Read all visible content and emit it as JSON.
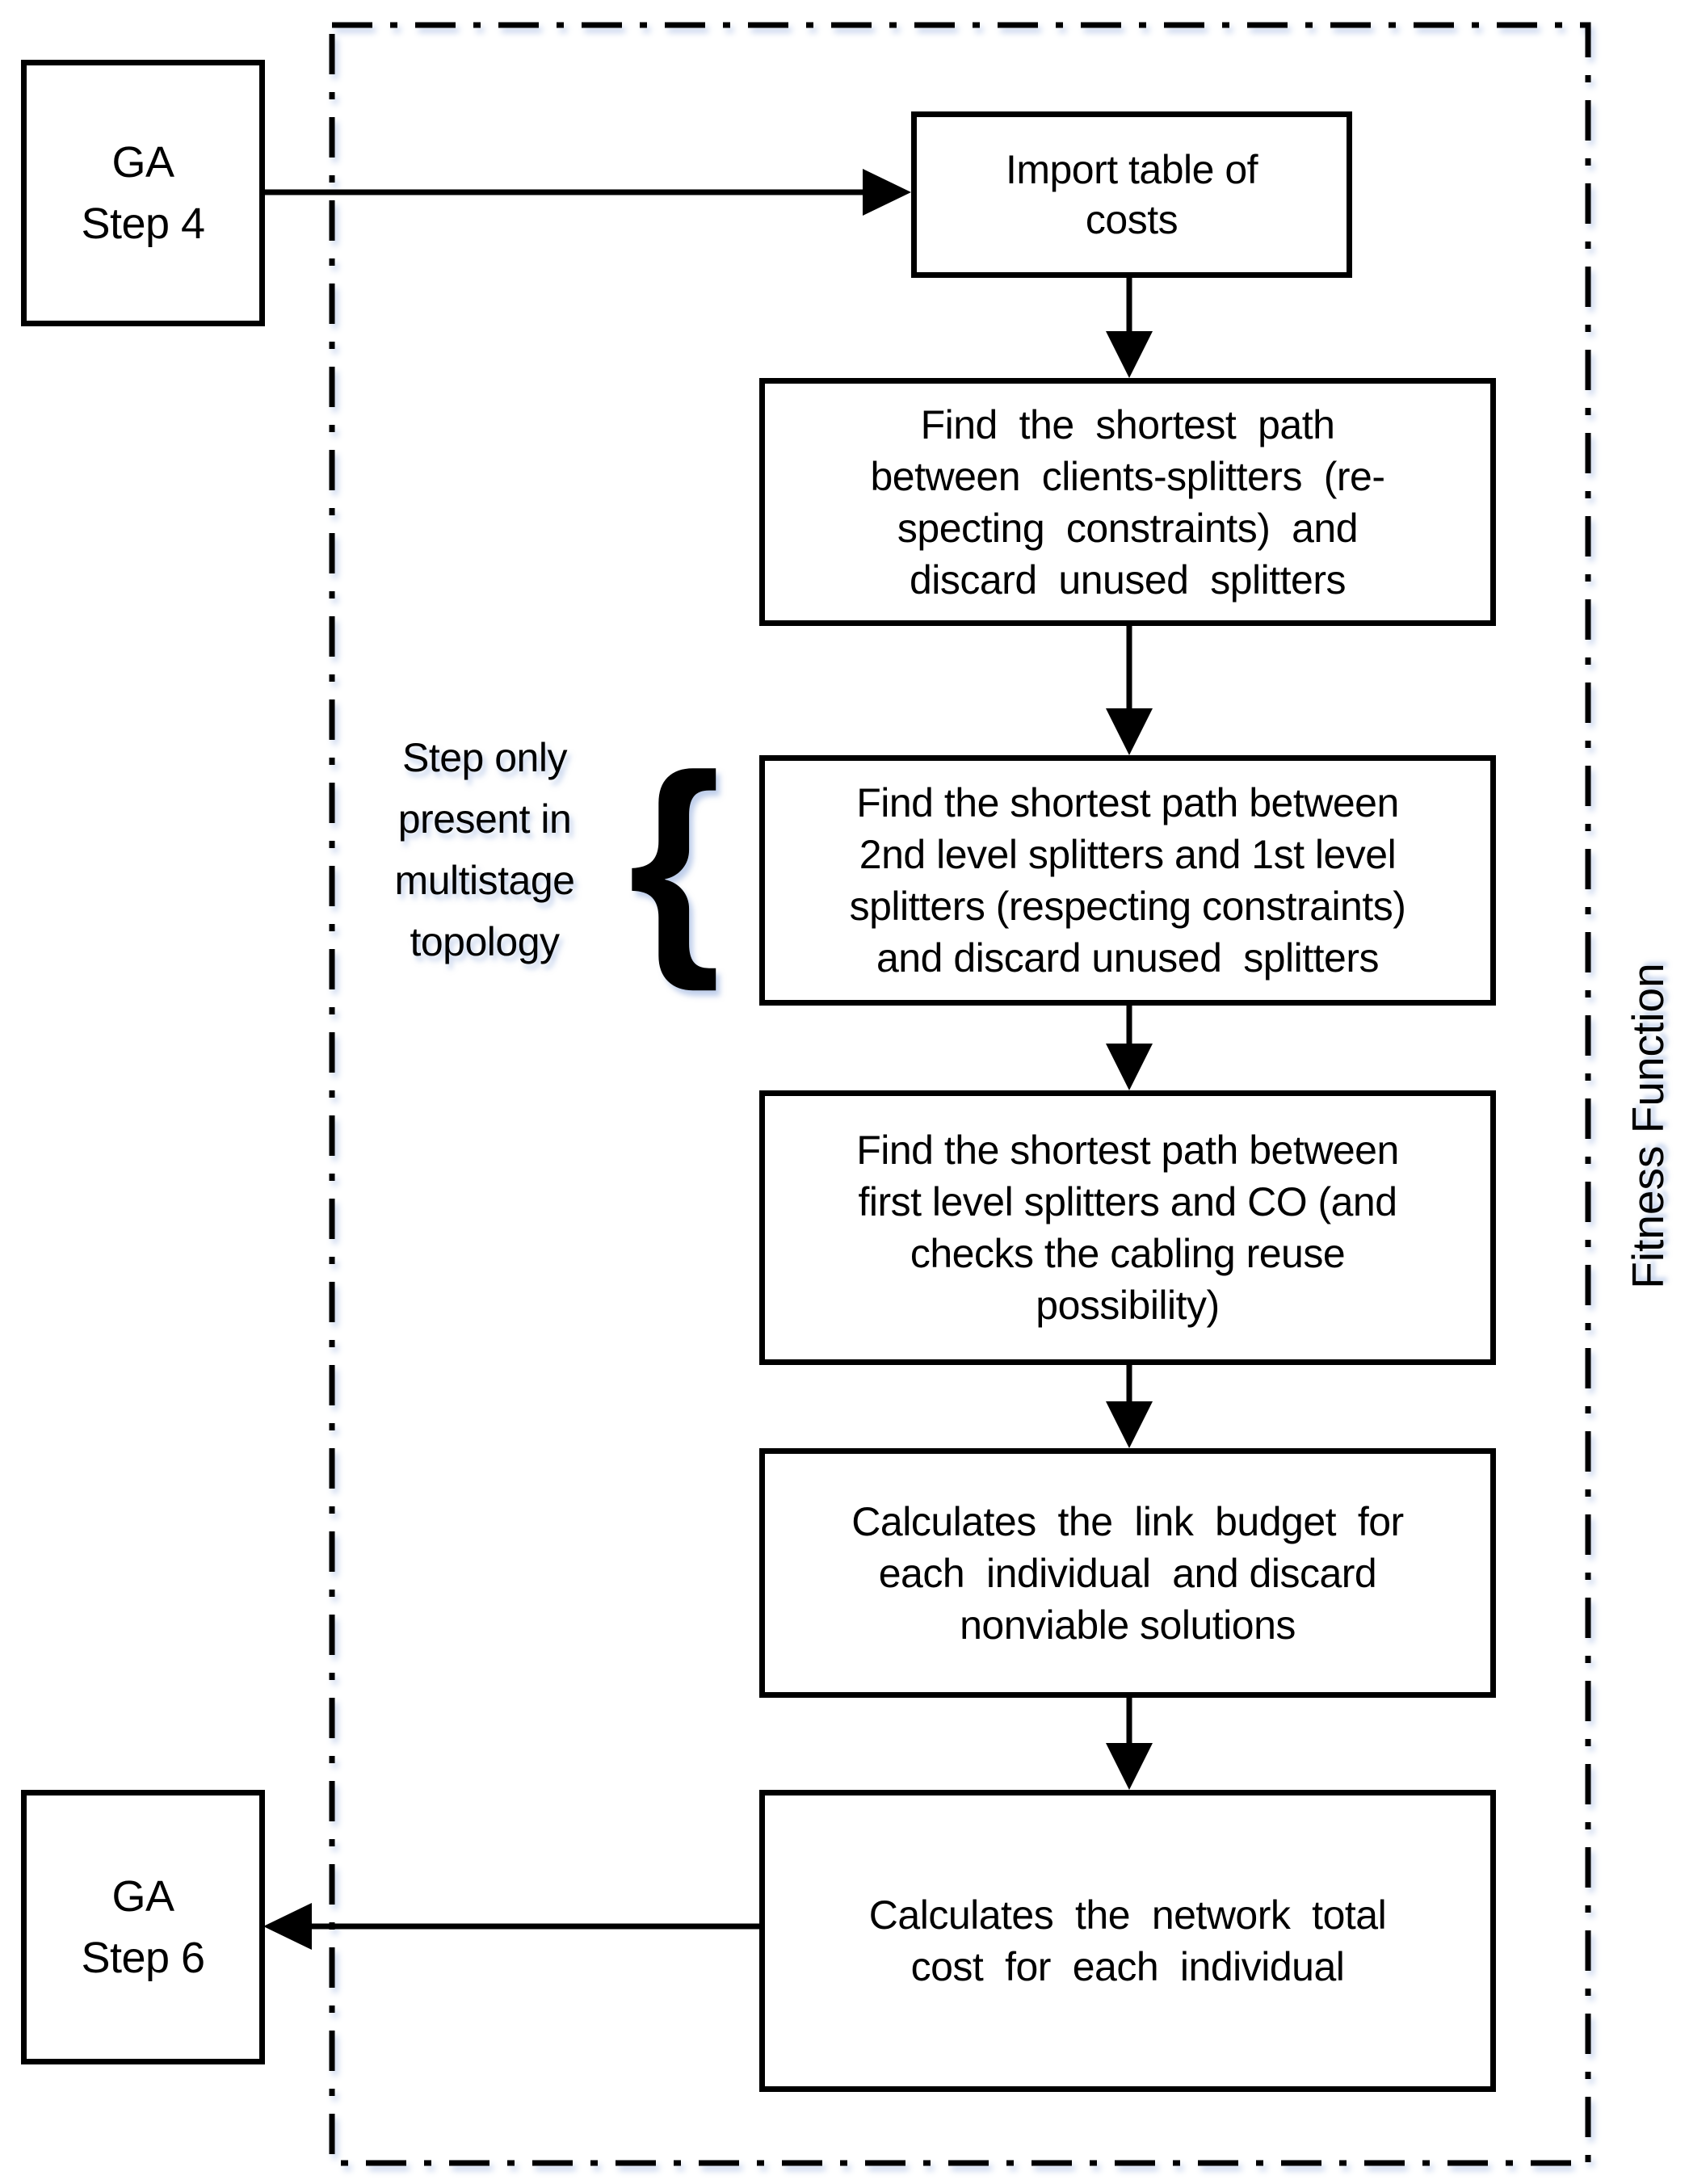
{
  "diagram": {
    "external": {
      "ga_step_4": "GA\nStep 4",
      "ga_step_6": "GA\nStep 6"
    },
    "container": {
      "label": "Fitness Function"
    },
    "steps": [
      {
        "id": "import-table-of-costs",
        "text": "Import table of\ncosts"
      },
      {
        "id": "shortest-path-clients-splitters",
        "text": "Find  the  shortest  path\nbetween  clients-splitters  (re-\nspecting  constraints)  and\ndiscard  unused  splitters"
      },
      {
        "id": "shortest-path-2nd-1st-splitters",
        "text": "Find the shortest path between\n2nd level splitters and 1st level\nsplitters (respecting constraints)\nand discard unused  splitters"
      },
      {
        "id": "shortest-path-1st-splitters-co",
        "text": "Find the shortest path between\nfirst level splitters and CO (and\nchecks the cabling reuse\npossibility)"
      },
      {
        "id": "link-budget",
        "text": "Calculates  the  link  budget  for\neach  individual  and discard\nnonviable solutions"
      },
      {
        "id": "network-total-cost",
        "text": "Calculates  the  network  total\ncost  for  each  individual"
      }
    ],
    "side_note": {
      "text": "Step only\npresent in\nmultistage\ntopology",
      "brace_glyph": "{"
    },
    "colors": {
      "ink": "#000000",
      "background": "#ffffff",
      "shadow_tint": "#82a0d7"
    }
  }
}
